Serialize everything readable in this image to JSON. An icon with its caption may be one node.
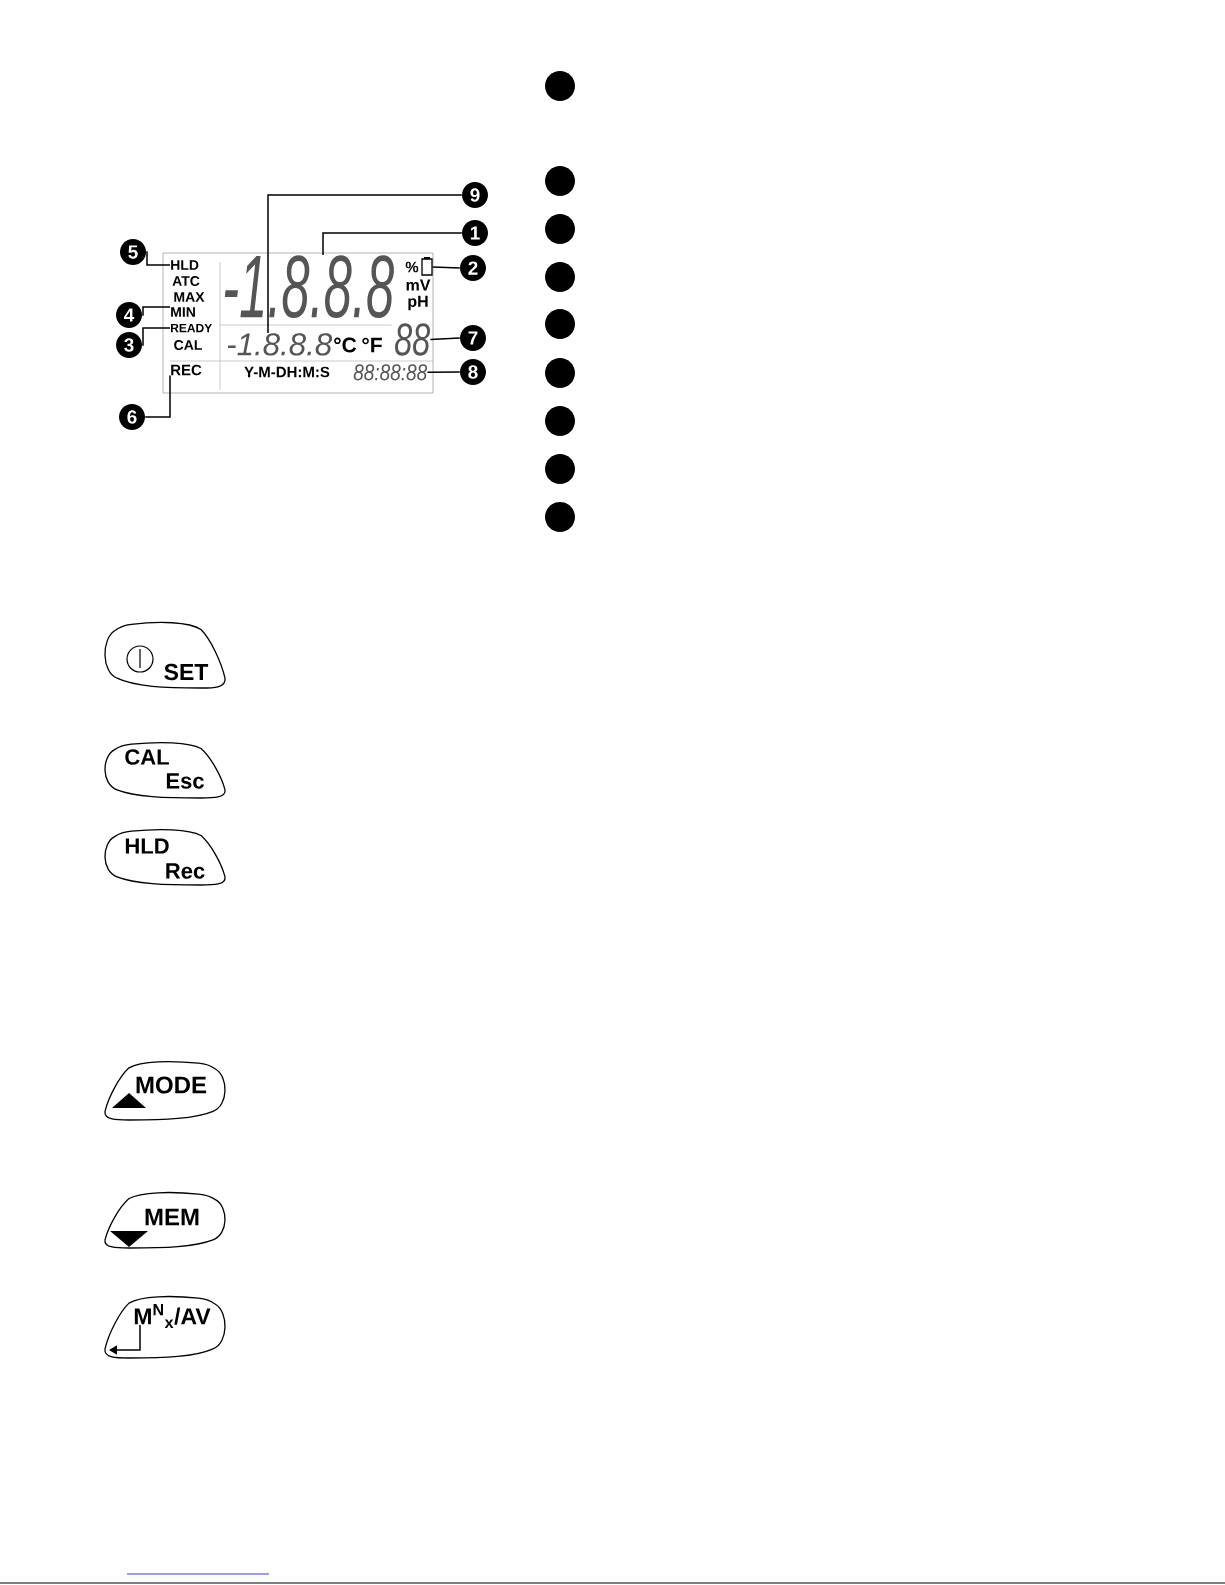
{
  "diagram": {
    "nodes": [
      {
        "text": [
          "9"
        ]
      },
      {
        "text": [
          "1"
        ]
      },
      {
        "text": [
          "5"
        ]
      },
      {
        "text": [
          "2"
        ]
      },
      {
        "text": [
          "4"
        ]
      },
      {
        "text": [
          "7"
        ]
      },
      {
        "text": [
          "3"
        ]
      },
      {
        "text": [
          "8"
        ]
      },
      {
        "text": [
          "6"
        ]
      },
      {
        "text": [
          "HLD"
        ]
      },
      {
        "text": [
          "-1.8.8.8"
        ]
      },
      {
        "text": [],
        "shape": "battery"
      },
      {
        "text": [
          "MIN"
        ]
      },
      {
        "text": [
          "READY"
        ]
      },
      {
        "text": [
          "-1.8.8.8"
        ]
      },
      {
        "text": [
          "88"
        ]
      },
      {
        "text": [
          "88:88:88"
        ]
      },
      {
        "text": [
          "REC"
        ]
      },
      {
        "text": [],
        "shape": "circle"
      },
      {
        "text": [],
        "shape": "circle"
      },
      {
        "text": [],
        "shape": "circle"
      },
      {
        "text": [],
        "shape": "circle"
      },
      {
        "text": [],
        "shape": "circle"
      },
      {
        "text": [],
        "shape": "circle"
      },
      {
        "text": [],
        "shape": "circle"
      },
      {
        "text": [],
        "shape": "circle"
      },
      {
        "text": [],
        "shape": "circle"
      },
      {
        "text": [
          "SET"
        ]
      },
      {
        "text": [
          "CAL",
          "Esc"
        ]
      },
      {
        "text": [
          "HLD",
          "Rec"
        ]
      },
      {
        "text": [
          "MODE"
        ]
      },
      {
        "text": [
          "MEM"
        ]
      },
      {
        "text": [
          "M$^{N}$$_{x}$/AV"
        ]
      }
    ],
    "edges": [
      {
        "from": 0,
        "to": 14,
        "arrow": "none"
      },
      {
        "from": 1,
        "to": 10,
        "arrow": "none"
      },
      {
        "from": 2,
        "to": 9,
        "arrow": "none"
      },
      {
        "from": 3,
        "to": 11,
        "arrow": "none"
      },
      {
        "from": 4,
        "to": 12,
        "arrow": "none"
      },
      {
        "from": 5,
        "to": 15,
        "arrow": "none"
      },
      {
        "from": 6,
        "to": 13,
        "arrow": "none"
      },
      {
        "from": 7,
        "to": 16,
        "arrow": "none"
      },
      {
        "from": 8,
        "to": 17,
        "arrow": "none"
      }
    ],
    "labels": [
      "%",
      "ATC",
      "MAX",
      "mV",
      "pH",
      "CAL",
      "°C",
      "°F",
      "Y-M-DH:M:S"
    ]
  }
}
